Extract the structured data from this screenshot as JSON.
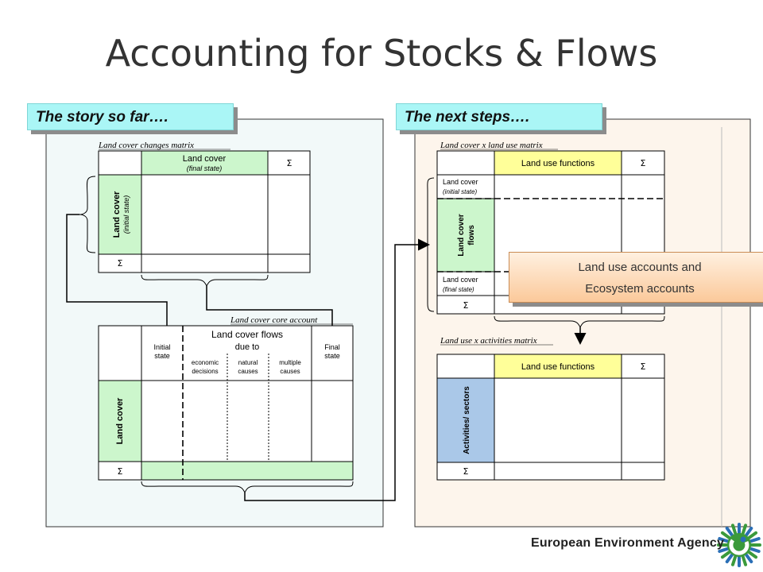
{
  "title": "Accounting for Stocks & Flows",
  "left_panel": {
    "banner": "The story so far….",
    "matrix1": {
      "caption": "Land cover changes matrix",
      "col_header_line1": "Land cover",
      "col_header_line2": "(final state)",
      "row_header_line1": "Land cover",
      "row_header_line2": "(initial state)",
      "sigma": "Σ"
    },
    "matrix2": {
      "caption": "Land cover core account",
      "flows_header": "Land cover flows",
      "due_to": "due to",
      "initial_line1": "Initial",
      "initial_line2": "state",
      "final_line1": "Final",
      "final_line2": "state",
      "economic_line1": "economic",
      "economic_line2": "decisions",
      "natural_line1": "natural",
      "natural_line2": "causes",
      "multiple_line1": "multiple",
      "multiple_line2": "causes",
      "row_header": "Land cover",
      "sigma": "Σ"
    }
  },
  "right_panel": {
    "banner": "The next steps….",
    "matrix3": {
      "caption": "Land cover x land use matrix",
      "col_header": "Land use functions",
      "sigma": "Σ",
      "row1_line1": "Land cover",
      "row1_line2": "(initial state)",
      "flows_line1": "Land cover",
      "flows_line2": "flows",
      "row3_line1": "Land cover",
      "row3_line2": "(final state)"
    },
    "matrix4": {
      "caption": "Land use x activities matrix",
      "col_header": "Land use functions",
      "sigma": "Σ",
      "row_header": "Activities/ sectors"
    },
    "callout_line1": "Land use accounts and",
    "callout_line2": "Ecosystem accounts"
  },
  "footer": {
    "agency": "European Environment Agency"
  },
  "colors": {
    "left_panel_bg": "#f2f9f9",
    "right_panel_bg": "#fdf5ec",
    "green_header": "#ccf6cc",
    "yellow_header": "#ffff99",
    "blue_header": "#aac8e8",
    "banner_bg": "#aaf6f6",
    "eea_green": "#3b9a3b",
    "eea_blue": "#2a6fb6"
  }
}
